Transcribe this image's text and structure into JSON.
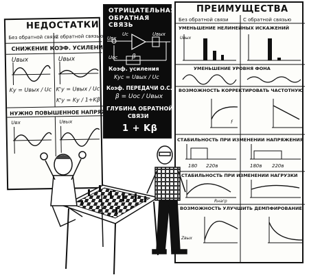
{
  "left_poster": {
    "title": "НЕДОСТАТКИ",
    "col_left": "Без обратной связи",
    "col_right": "С обратной связью",
    "row1": "СНИЖЕНИЕ КОЭФ. УСИЛЕНИЯ",
    "eq_left_1": "Uвых",
    "eq_left_2": "Kу = Uвых / Uc",
    "eq_right_1": "Uвых",
    "eq_right_2": "K'у = Uвых / Uc",
    "eq_right_3": "K'у = Kу / 1+Kβ",
    "row2": "НУЖНО ПОВЫШЕННОЕ НАПРЯЖ. СИГНАЛА",
    "axis_u": "Uвх",
    "axis_u2": "Uвых"
  },
  "board": {
    "title_1": "ОТРИЦАТЕЛЬНАЯ",
    "title_2": "ОБРАТНАЯ СВЯЗЬ",
    "u_vh": "Uвх",
    "u_c": "Uс",
    "u_vyh": "Uвых",
    "u_os": "Uос",
    "beta": "β",
    "k_label": "Коэф. усиления",
    "k_eq": "Kус = Uвых / Uс",
    "beta_label": "Коэф. ПЕРЕДАЧИ О.С.",
    "beta_eq": "β = Uос / Uвых",
    "depth_label_1": "ГЛУБИНА ОБРАТНОЙ",
    "depth_label_2": "СВЯЗИ",
    "depth_eq": "1 + Kβ"
  },
  "right_poster": {
    "title": "ПРЕИМУЩЕСТВА",
    "col_left": "Без обратной связи",
    "col_right": "С обратной связью",
    "r1": "УМЕНЬШЕНИЕ НЕЛИНЕЙНЫХ ИСКАЖЕНИЙ",
    "r2": "УМЕНЬШЕНИЕ УРОВНЯ ФОНА",
    "r3": "ВОЗМОЖНОСТЬ КОРРЕКТИРОВАТЬ ЧАСТОТНУЮ",
    "r4": "СТАБИЛЬНОСТЬ ПРИ ИЗМЕНЕНИИ НАПРЯЖЕНИЯ",
    "r5": "СТАБИЛЬНОСТЬ ПРИ ИЗМЕНЕНИИ НАГРУЗКИ",
    "r6": "ВОЗМОЖНОСТЬ УЛУЧШИТЬ ДЕМПФИРОВАНИЕ",
    "v1": "180",
    "v2": "220в",
    "v3": "180в",
    "v4": "220в",
    "ax_u": "Uвых",
    "ax_f": "f",
    "ax_r": "Rнагр",
    "ax_z": "Zвых"
  }
}
